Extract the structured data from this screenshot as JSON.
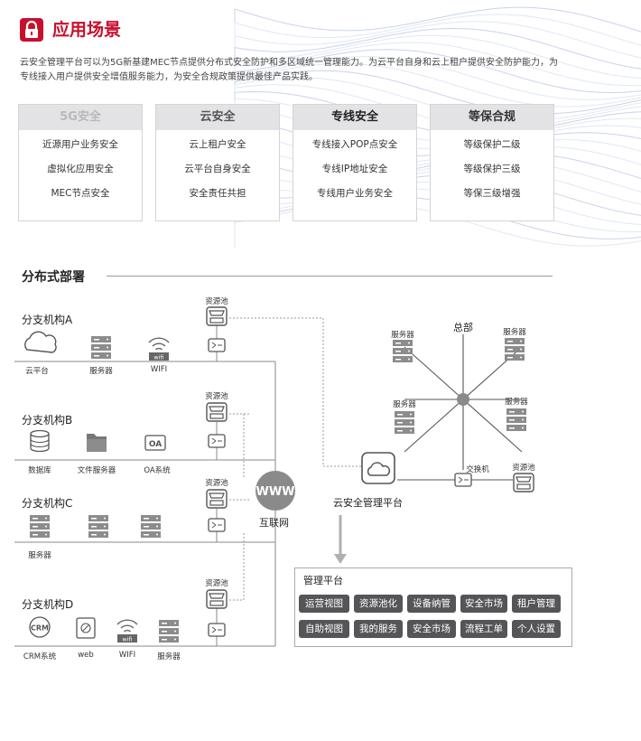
{
  "header": {
    "title": "应用场景"
  },
  "intro": "云安全管理平台可以为5G新基建MEC节点提供分布式安全防护和多区域统一管理能力。为云平台自身和云上租户提供安全防护能力，为专线接入用户提供安全增值服务能力，为安全合规政策提供最佳产品实践。",
  "cards": [
    {
      "title": "5G安全",
      "items": [
        "近源用户业务安全",
        "虚拟化应用安全",
        "MEC节点安全"
      ]
    },
    {
      "title": "云安全",
      "items": [
        "云上租户安全",
        "云平台自身安全",
        "安全责任共担"
      ]
    },
    {
      "title": "专线安全",
      "items": [
        "专线接入POP点安全",
        "专线IP地址安全",
        "专线用户业务安全"
      ]
    },
    {
      "title": "等保合规",
      "items": [
        "等级保护二级",
        "等级保护三级",
        "等保三级增强"
      ]
    }
  ],
  "section": {
    "title": "分布式部署"
  },
  "branches": [
    {
      "title": "分支机构A",
      "nodes": [
        "云平台",
        "服务器",
        "WIFI"
      ],
      "pool": "资源池"
    },
    {
      "title": "分支机构B",
      "nodes": [
        "数据库",
        "文件服务器",
        "OA系统"
      ],
      "pool": "资源池"
    },
    {
      "title": "分支机构C",
      "nodes": [
        "服务器"
      ],
      "pool": "资源池"
    },
    {
      "title": "分支机构D",
      "nodes": [
        "CRM系统",
        "web",
        "WIFI",
        "服务器"
      ],
      "pool": "资源池"
    }
  ],
  "internet": {
    "label": "互联网",
    "icon_text": "WWW"
  },
  "hq": {
    "title": "总部",
    "servers": [
      "服务器",
      "服务器",
      "服务器",
      "服务器"
    ],
    "switch": "交换机",
    "pool": "资源池",
    "platform": "云安全管理平台"
  },
  "icon_text": {
    "oa": "OA",
    "crm": "CRM",
    "wifi": "wifi"
  },
  "management": {
    "title": "管理平台",
    "row1": [
      "运营视图",
      "资源池化",
      "设备纳管",
      "安全市场",
      "租户管理"
    ],
    "row2": [
      "自助视图",
      "我的服务",
      "安全市场",
      "流程工单",
      "个人设置"
    ]
  },
  "colors": {
    "brand": "#c8102e",
    "button": "#555558",
    "line": "#7a7a7a"
  }
}
